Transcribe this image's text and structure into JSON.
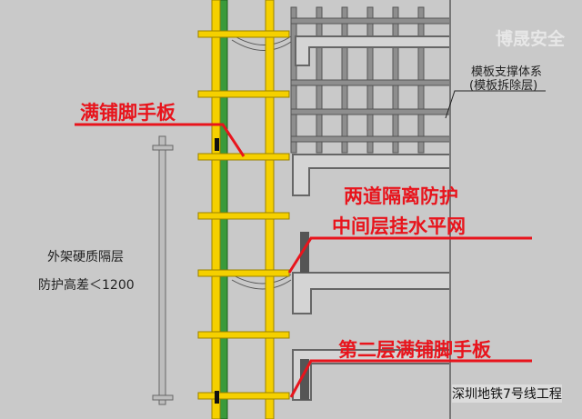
{
  "labels": {
    "full_planks": "满铺脚手板",
    "formwork_system": "模板支撑体系",
    "formwork_removed": "(模板拆除层)",
    "two_isolation": "两道隔离防护",
    "middle_net": "中间层挂水平网",
    "outer_hard_layer": "外架硬质隔层",
    "height_diff": "防护高差＜1200",
    "second_floor_planks": "第二层满铺脚手板"
  },
  "watermark": "博晟安全",
  "source": "深圳地铁7号线工程",
  "colors": {
    "yellow": "#f5d000",
    "green": "#3a9a3a",
    "red": "#e8141c",
    "gray": "#9a9a9a"
  }
}
